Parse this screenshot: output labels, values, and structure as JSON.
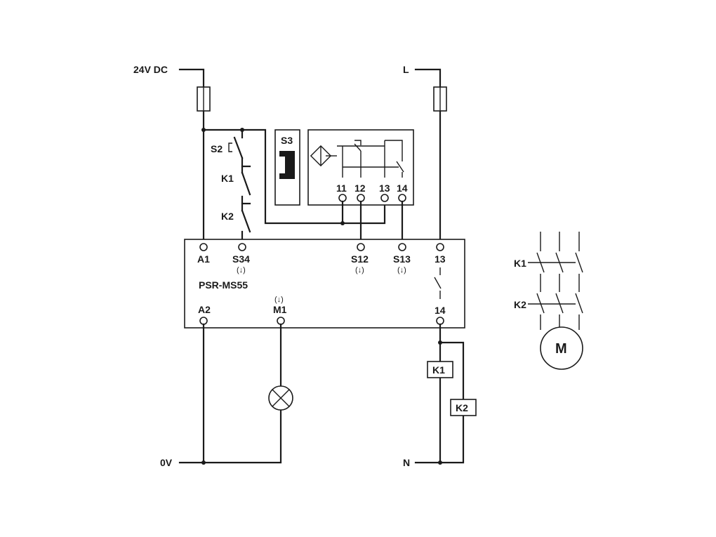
{
  "supply": {
    "dc_label": "24V DC",
    "zero_label": "0V",
    "l_label": "L",
    "n_label": "N"
  },
  "inputs": {
    "s2_label": "S2",
    "k1_label": "K1",
    "k2_label": "K2",
    "s3_label": "S3",
    "term_11": "11",
    "term_12": "12",
    "term_13": "13",
    "term_14": "14"
  },
  "relay": {
    "name": "PSR-MS55",
    "a1": "A1",
    "s34": "S34",
    "s12": "S12",
    "s13": "S13",
    "t13": "13",
    "a2": "A2",
    "m1": "M1",
    "t14": "14",
    "arrow_mark": "(↓)"
  },
  "loads": {
    "k1_coil": "K1",
    "k2_coil": "K2"
  },
  "motor": {
    "k1_label": "K1",
    "k2_label": "K2",
    "motor_label": "M"
  },
  "colors": {
    "line": "#1a1a1a",
    "background": "#ffffff"
  }
}
